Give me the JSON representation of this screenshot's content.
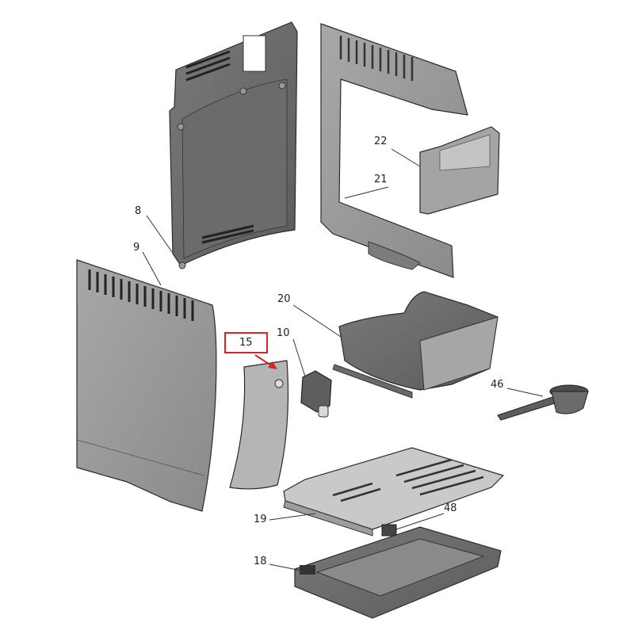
{
  "diagram": {
    "parts": [
      {
        "id": "8",
        "label": "8"
      },
      {
        "id": "9",
        "label": "9"
      },
      {
        "id": "10",
        "label": "10"
      },
      {
        "id": "15",
        "label": "15",
        "highlighted": true
      },
      {
        "id": "18",
        "label": "18"
      },
      {
        "id": "19",
        "label": "19"
      },
      {
        "id": "20",
        "label": "20"
      },
      {
        "id": "21",
        "label": "21"
      },
      {
        "id": "22",
        "label": "22"
      },
      {
        "id": "46",
        "label": "46"
      },
      {
        "id": "48",
        "label": "48"
      }
    ],
    "colors": {
      "part_fill": "#8c8c8c",
      "part_fill_light": "#b9b9b9",
      "part_fill_dark": "#5e5e5e",
      "outline": "#2b2b2b",
      "leader": "#333333",
      "highlight": "#d8232a"
    }
  }
}
